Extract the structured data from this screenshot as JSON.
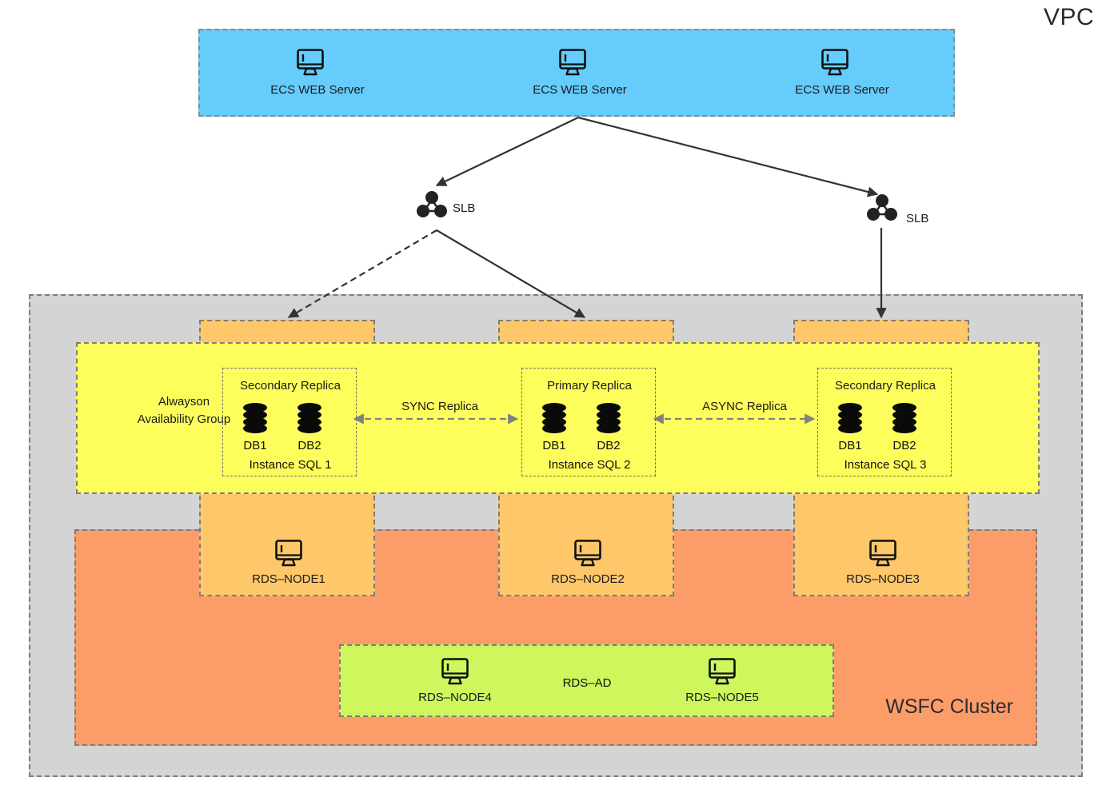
{
  "diagram": {
    "title": "VPC",
    "vpc_label": "VPC",
    "wsfc_label": "WSFC Cluster",
    "availability_group_line1": "Alwayson",
    "availability_group_line2": "Availability Group"
  },
  "colors": {
    "ecs_blue": "#66ccfc",
    "vpc_gray": "#d4d4d4",
    "wsfc_salmon": "#fc9c69",
    "ag_yellow": "#fdfd5c",
    "rds_orange": "#fdc76a",
    "ad_green": "#cdf75c",
    "border_gray": "#7d7d7d",
    "arrow_dark": "#333333",
    "arrow_gray": "#808080"
  },
  "ecs_tier": {
    "servers": [
      {
        "label": "ECS WEB Server",
        "icon": "monitor-icon"
      },
      {
        "label": "ECS WEB Server",
        "icon": "monitor-icon"
      },
      {
        "label": "ECS WEB Server",
        "icon": "monitor-icon"
      }
    ]
  },
  "load_balancers": [
    {
      "label": "SLB",
      "icon": "slb-icon"
    },
    {
      "label": "SLB",
      "icon": "slb-icon"
    }
  ],
  "availability_group": {
    "replicas": [
      {
        "role": "Secondary Replica",
        "instance": "Instance SQL 1",
        "databases": [
          {
            "label": "DB1",
            "icon": "database-icon"
          },
          {
            "label": "DB2",
            "icon": "database-icon"
          }
        ]
      },
      {
        "role": "Primary Replica",
        "instance": "Instance SQL 2",
        "databases": [
          {
            "label": "DB1",
            "icon": "database-icon"
          },
          {
            "label": "DB2",
            "icon": "database-icon"
          }
        ]
      },
      {
        "role": "Secondary Replica",
        "instance": "Instance SQL 3",
        "databases": [
          {
            "label": "DB1",
            "icon": "database-icon"
          },
          {
            "label": "DB2",
            "icon": "database-icon"
          }
        ]
      }
    ],
    "replication_links": [
      {
        "label": "SYNC Replica",
        "style": "dashed-bidirectional"
      },
      {
        "label": "ASYNC Replica",
        "style": "dashed-bidirectional"
      }
    ]
  },
  "rds_nodes": [
    {
      "label": "RDS–NODE1",
      "icon": "monitor-icon"
    },
    {
      "label": "RDS–NODE2",
      "icon": "monitor-icon"
    },
    {
      "label": "RDS–NODE3",
      "icon": "monitor-icon"
    }
  ],
  "rds_ad": {
    "title": "RDS–AD",
    "nodes": [
      {
        "label": "RDS–NODE4",
        "icon": "monitor-icon"
      },
      {
        "label": "RDS–NODE5",
        "icon": "monitor-icon"
      }
    ]
  },
  "connections": [
    {
      "from": "ecs-tier",
      "to": "slb-1",
      "style": "solid-arrow"
    },
    {
      "from": "ecs-tier",
      "to": "slb-2",
      "style": "solid-arrow"
    },
    {
      "from": "slb-1",
      "to": "rds-node-1",
      "style": "dashed-arrow"
    },
    {
      "from": "slb-1",
      "to": "rds-node-2",
      "style": "solid-arrow"
    },
    {
      "from": "slb-2",
      "to": "rds-node-3",
      "style": "solid-arrow"
    }
  ]
}
